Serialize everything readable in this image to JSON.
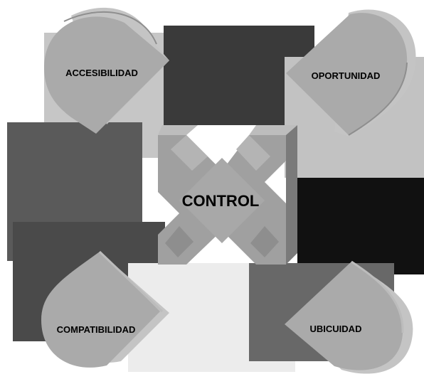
{
  "diagram": {
    "center_label": "CONTROL",
    "nodes": {
      "top_left": "ACCESIBILIDAD",
      "top_right": "OPORTUNIDAD",
      "bottom_left": "COMPATIBILIDAD",
      "bottom_right": "UBICUIDAD"
    }
  },
  "colors": {
    "drop_fill": "#aaaaaa",
    "drop_side": "#c4c4c4",
    "drop_edge": "#8e8e8e",
    "cross_fill": "#9c9c9c",
    "cross_top": "#bdbdbd",
    "cross_side": "#7a7a7a"
  }
}
